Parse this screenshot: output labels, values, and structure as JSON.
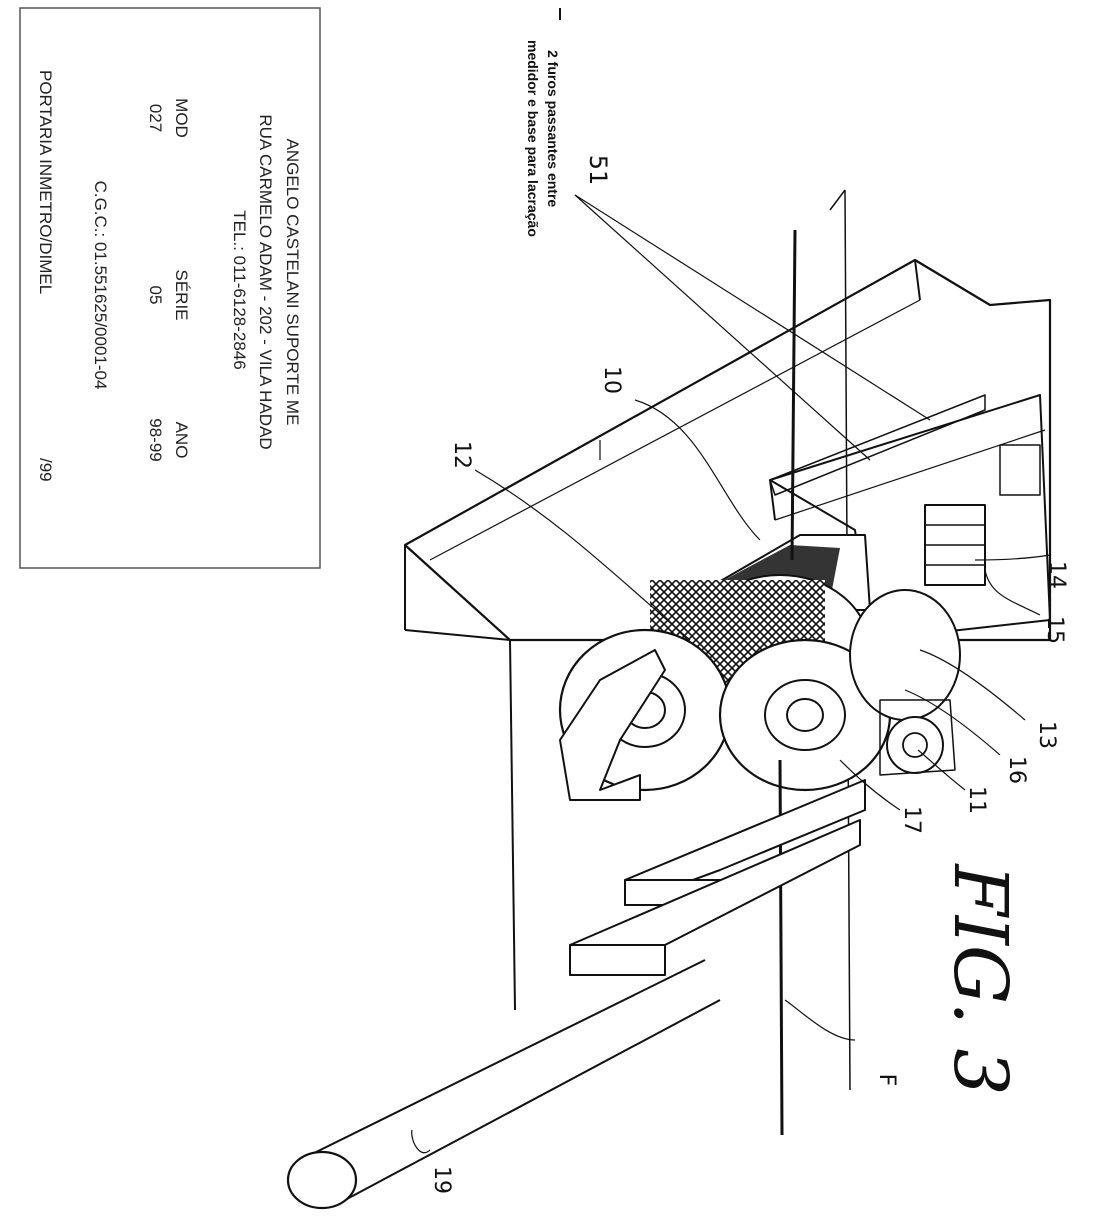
{
  "figure_label": "FIG. 3",
  "annotation": {
    "number": "51",
    "line1": "2 furos passantes entre",
    "line2": "medidor e base para lacração"
  },
  "reference_numerals": {
    "n10": "10",
    "n11": "11",
    "n12": "12",
    "n14": "14",
    "n15": "15",
    "n13": "13",
    "n16": "16",
    "n17": "17",
    "n19": "19",
    "wire_label": "F"
  },
  "nameplate": {
    "line1": "ANGELO CASTELANI SUPORTE ME",
    "line2": "RUA CARMELO ADAM - 202 - VILA HADAD",
    "line3": "TEL.: 011-6128-2846",
    "mod_label": "MOD",
    "mod_value": "027",
    "serie_label": "SÉRIE",
    "serie_value": "05",
    "ano_label": "ANO",
    "ano_value": "98-99",
    "cgc": "C.G.C.: 01.551625/0001-04",
    "portaria": "PORTARIA INMETRO/DIMEL",
    "portaria_suffix": "/99"
  }
}
